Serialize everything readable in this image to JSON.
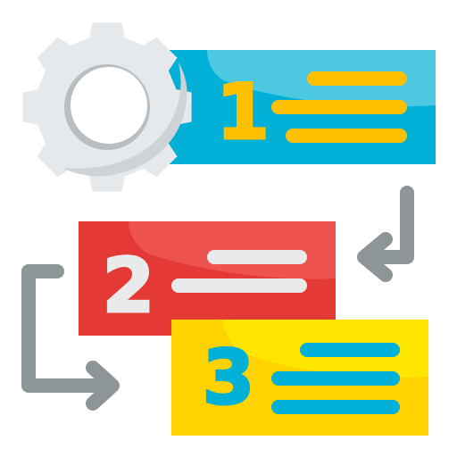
{
  "step_cards": [
    {
      "number": "1",
      "color": "#00B0D6",
      "highlight": "#4CC8E3",
      "digit_color": "#FFC000",
      "line_color": "#FFC000"
    },
    {
      "number": "2",
      "color": "#E53935",
      "highlight": "#EF5350",
      "digit_color": "#E8EAEB",
      "line_color": "#E8EAEB"
    },
    {
      "number": "3",
      "color": "#FFD200",
      "highlight": "#FFE600",
      "digit_color": "#00B0D6",
      "line_color": "#00B0D6"
    }
  ],
  "icons": {
    "gear": "gear-icon",
    "arrow_right_card_to_card2": "return-arrow-icon",
    "arrow_card2_to_card3": "bracket-arrow-icon"
  },
  "colors": {
    "gear_light": "#E6E9EB",
    "gear_shade": "#CED3D6",
    "gear_dark": "#B8BEC2",
    "arrow": "#8E9598"
  }
}
